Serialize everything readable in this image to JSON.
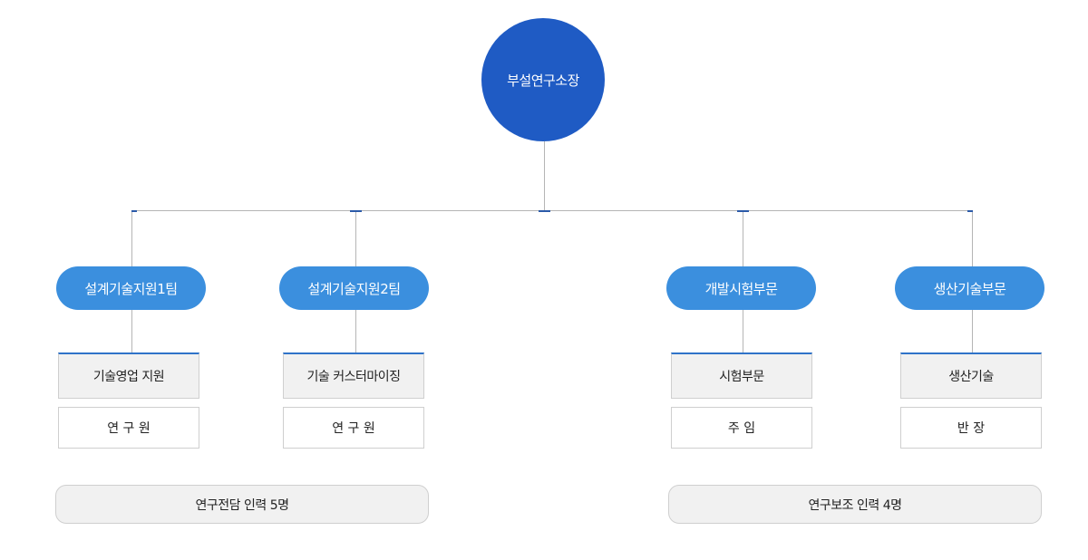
{
  "org": {
    "root": "부설연구소장",
    "divisions": [
      {
        "name": "설계기술지원1팀",
        "unit": "기술영업 지원",
        "role": "연 구 원"
      },
      {
        "name": "설계기술지원2팀",
        "unit": "기술 커스터마이징",
        "role": "연 구 원"
      },
      {
        "name": "개발시험부문",
        "unit": "시험부문",
        "role": "주 임"
      },
      {
        "name": "생산기술부문",
        "unit": "생산기술",
        "role": "반 장"
      }
    ],
    "summaries": [
      {
        "label": "연구전담 인력 5명"
      },
      {
        "label": "연구보조 인력 4명"
      }
    ]
  },
  "colors": {
    "root_fill": "#1f5bc4",
    "division_fill": "#3b8fde",
    "unit_border_top": "#2f73c9",
    "connector": "#b5b5b5"
  }
}
